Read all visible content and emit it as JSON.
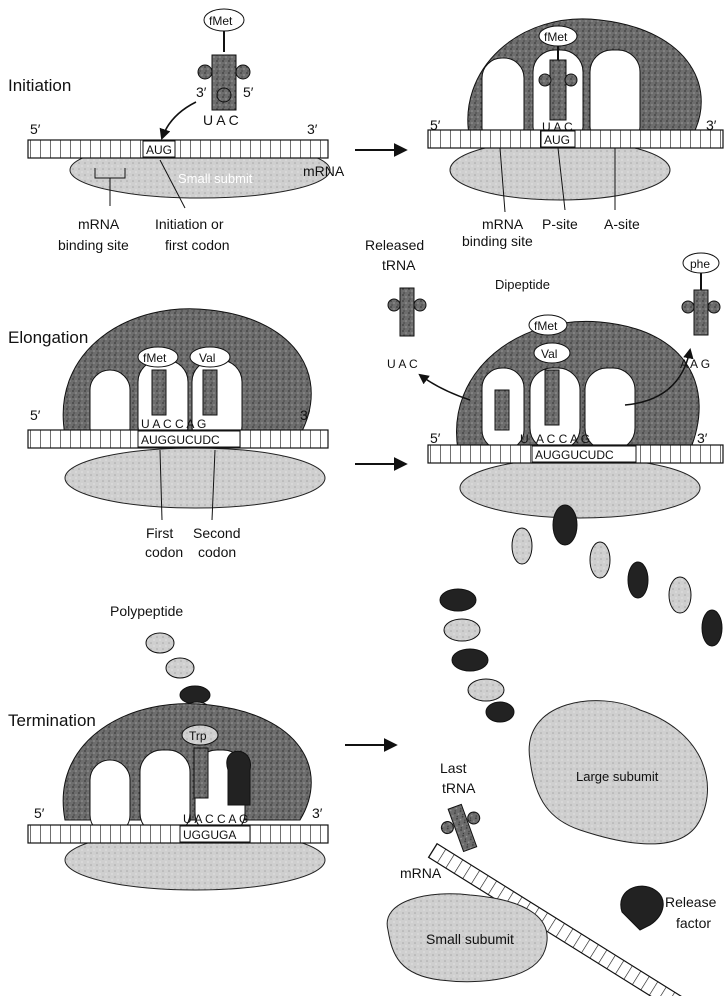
{
  "stages": {
    "initiation": "Initiation",
    "elongation": "Elongation",
    "termination": "Termination"
  },
  "initiation": {
    "fmet": "fMet",
    "three_prime": "3′",
    "five_prime": "5′",
    "anticodon": "U A C",
    "mrna_5": "5′",
    "mrna_3": "3′",
    "start_codon": "AUG",
    "small_subunit": "Small submit",
    "mrna": "mRNA",
    "binding_site_l1": "mRNA",
    "binding_site_l2": "binding site",
    "first_codon_l1": "Initiation or",
    "first_codon_l2": "first codon",
    "r_fmet": "fMet",
    "r_anticodon": "U A C",
    "r_codon": "AUG",
    "r_mrna_5": "5′",
    "r_mrna_3": "3′",
    "r_binding_l1": "mRNA",
    "r_binding_l2": "binding site",
    "p_site": "P-site",
    "a_site": "A-site"
  },
  "elongation": {
    "released_l1": "Released",
    "released_l2": "tRNA",
    "released_anticodon": "U A C",
    "dipeptide": "Dipeptide",
    "phe": "phe",
    "phe_anticodon": "A A G",
    "l_fmet": "fMet",
    "l_val": "Val",
    "l_anticodons": "U A C C A G",
    "l_codons": "AUGGUCUDC",
    "mrna_5": "5′",
    "mrna_3": "3′",
    "first_codon_l1": "First",
    "first_codon_l2": "codon",
    "second_codon_l1": "Second",
    "second_codon_l2": "codon",
    "r_fmet": "fMet",
    "r_val": "Val",
    "r_anticodon_u": "U",
    "r_anticodons": "A C  C A G",
    "r_codons": "AUGGUCUDC",
    "r_mrna_5": "5′",
    "r_mrna_3": "3′"
  },
  "termination": {
    "polypeptide": "Polypeptide",
    "trp": "Trp",
    "anticodons": "U A C C A G",
    "codons": "UGGUGA",
    "mrna_5": "5′",
    "mrna_3": "3′",
    "last_trna_l1": "Last",
    "last_trna_l2": "tRNA",
    "large_subunit": "Large subumit",
    "mrna": "mRNA",
    "release_factor_l1": "Release",
    "release_factor_l2": "factor",
    "small_subunit": "Small subumit"
  }
}
